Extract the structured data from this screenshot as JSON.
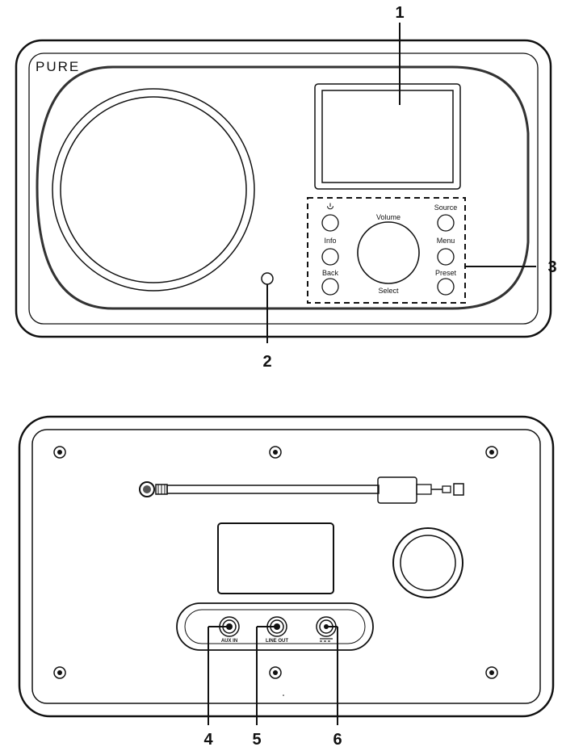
{
  "brand": "PURE",
  "callouts": {
    "c1": "1",
    "c2": "2",
    "c3": "3",
    "c4": "4",
    "c5": "5",
    "c6": "6"
  },
  "front_controls": {
    "power_icon": "power-icon",
    "info": "Info",
    "back": "Back",
    "volume": "Volume",
    "select": "Select",
    "source": "Source",
    "menu": "Menu",
    "preset": "Preset"
  },
  "rear_jacks": {
    "aux_in": "AUX IN",
    "line_out": "LINE OUT",
    "dc_in_icon": "dc-power-icon"
  }
}
